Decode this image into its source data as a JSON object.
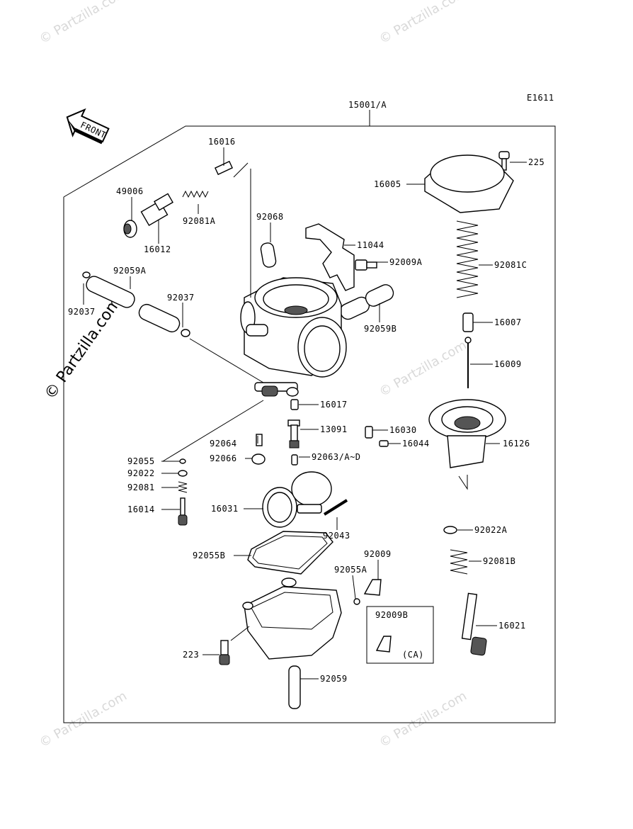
{
  "figure_code": "E1611",
  "assembly_label": "15001/A",
  "front_label": "FRONT",
  "watermark_main": "© Partzilla.com",
  "watermark_tile": "© Partzilla.com",
  "kit_box": {
    "part": "92009B",
    "variant": "(CA)"
  },
  "parts": [
    "16016",
    "49006",
    "92081A",
    "16012",
    "92068",
    "11044",
    "92009A",
    "92059A",
    "92037",
    "92037",
    "92059B",
    "16017",
    "92064",
    "13091",
    "92055",
    "92066",
    "92063/A~D",
    "92022",
    "92081",
    "16014",
    "16031",
    "92043",
    "92055B",
    "92009",
    "92055A",
    "223",
    "92059",
    "225",
    "16005",
    "92081C",
    "16007",
    "16009",
    "16030",
    "16044",
    "16126",
    "92022A",
    "92081B",
    "16021"
  ]
}
